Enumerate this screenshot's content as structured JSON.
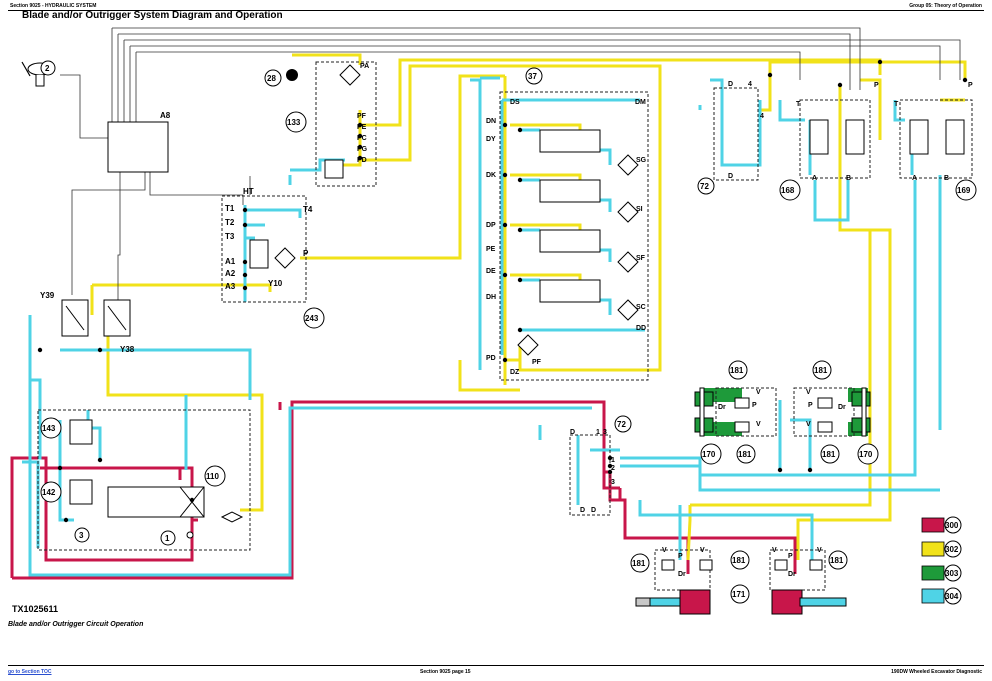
{
  "header": {
    "left": "Section 9025 - HYDRAULIC SYSTEM",
    "right": "Group 05: Theory of Operation"
  },
  "title": "Blade and/or Outrigger System Diagram and Operation",
  "figure_id": "TX1025611",
  "caption": "Blade and/or Outrigger Circuit Operation",
  "footer": {
    "link": "go to Section TOC",
    "center": "Section 9025 page 15",
    "right": "190DW Wheeled Excavator Diagnostic"
  },
  "colors": {
    "pressure_red": "#c8164a",
    "pilot_yellow": "#f1e21a",
    "trapped_green": "#1e9a3a",
    "return_cyan": "#4fd3e6"
  },
  "legend": [
    {
      "code": "300",
      "color": "#c8164a"
    },
    {
      "code": "302",
      "color": "#f1e21a"
    },
    {
      "code": "303",
      "color": "#1e9a3a"
    },
    {
      "code": "304",
      "color": "#4fd3e6"
    }
  ],
  "callouts": {
    "c2": "2",
    "c28": "28",
    "c133": "133",
    "c37": "37",
    "c72a": "72",
    "c168": "168",
    "c169": "169",
    "c243": "243",
    "c143": "143",
    "c142": "142",
    "c110": "110",
    "c3": "3",
    "c1": "1",
    "c72b": "72",
    "c170a": "170",
    "c170b": "170",
    "c181a": "181",
    "c181b": "181",
    "c181c": "181",
    "c181d": "181",
    "c181e": "181",
    "c181f": "181",
    "c181g": "181",
    "c171": "171"
  },
  "labels": {
    "A8": "A8",
    "Y39": "Y39",
    "Y38": "Y38",
    "Y10": "Y10",
    "HT": "HT",
    "T1": "T1",
    "T2": "T2",
    "T3": "T3",
    "T4": "T4",
    "A1": "A1",
    "A2": "A2",
    "A3": "A3",
    "P": "P",
    "PA": "PA",
    "PF": "PF",
    "PE": "PE",
    "PC": "PC",
    "PG": "PG",
    "PD": "PD",
    "DS": "DS",
    "DM": "DM",
    "DN": "DN",
    "DY": "DY",
    "DK": "DK",
    "DP": "DP",
    "DE": "DE",
    "DH": "DH",
    "DZ": "DZ",
    "PF2": "PF",
    "PD2": "PD",
    "SG": "SG",
    "SI": "SI",
    "SF": "SF",
    "SC": "SC",
    "DD": "DD",
    "D": "D",
    "T": "T",
    "A": "A",
    "B": "B",
    "n4": "4",
    "n1": "1",
    "n2": "2",
    "n3": "3",
    "V": "V",
    "Dr": "Dr"
  }
}
